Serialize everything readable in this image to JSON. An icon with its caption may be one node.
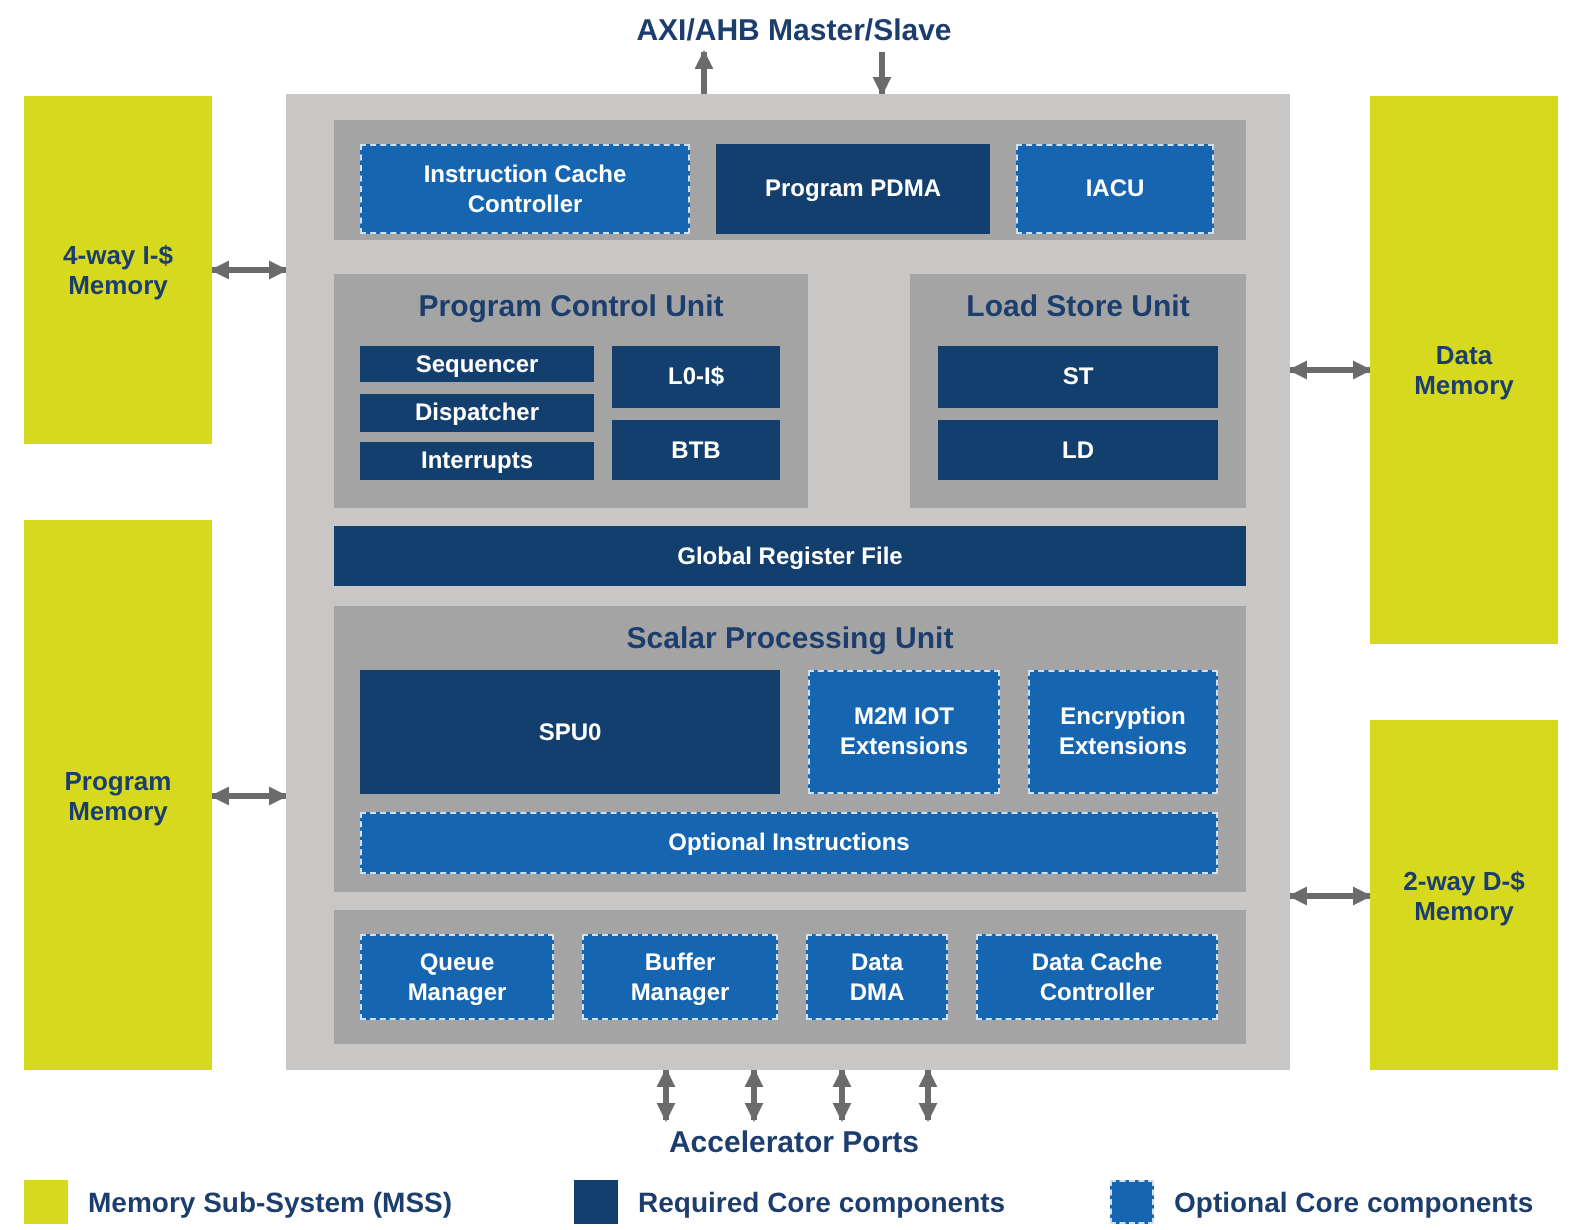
{
  "diagram": {
    "nodes": [
      {
        "text": [],
        "shape": "box"
      },
      {
        "text": [],
        "shape": "box",
        "in": 0
      },
      {
        "text": [
          "Instruction Cache Controller"
        ],
        "in": 1
      },
      {
        "text": [
          "Program PDMA"
        ],
        "in": 1
      },
      {
        "text": [
          "IACU"
        ],
        "in": 1
      },
      {
        "text": [
          "Program Control Unit"
        ],
        "in": 0
      },
      {
        "text": [
          "Sequencer"
        ],
        "in": 5
      },
      {
        "text": [
          "Dispatcher"
        ],
        "in": 5
      },
      {
        "text": [
          "Interrupts"
        ],
        "in": 5
      },
      {
        "text": [
          "L0-I$"
        ],
        "in": 5
      },
      {
        "text": [
          "BTB"
        ],
        "in": 5
      },
      {
        "text": [
          "Load Store Unit"
        ],
        "in": 0
      },
      {
        "text": [
          "ST"
        ],
        "in": 11
      },
      {
        "text": [
          "LD"
        ],
        "in": 11
      },
      {
        "text": [
          "Global Register File"
        ],
        "in": 0
      },
      {
        "text": [
          "Scalar Processing Unit"
        ],
        "in": 0
      },
      {
        "text": [
          "SPU0"
        ],
        "in": 15
      },
      {
        "text": [
          "M2M IOT Extensions"
        ],
        "in": 15
      },
      {
        "text": [
          "Encryption Extensions"
        ],
        "in": 15
      },
      {
        "text": [
          "Optional Instructions"
        ],
        "in": 15
      },
      {
        "text": [],
        "shape": "box",
        "in": 0
      },
      {
        "text": [
          "Queue Manager"
        ],
        "in": 20
      },
      {
        "text": [
          "Buffer Manager"
        ],
        "in": 20
      },
      {
        "text": [
          "Data DMA"
        ],
        "in": 20
      },
      {
        "text": [
          "Data Cache Controller"
        ],
        "in": 20
      },
      {
        "text": [
          "4-way I-$ Memory"
        ]
      },
      {
        "text": [
          "Program Memory"
        ]
      },
      {
        "text": [
          "Data Memory"
        ]
      },
      {
        "text": [
          "2-way D-$ Memory"
        ]
      },
      {
        "text": [
          "AXI/AHB Master/Slave"
        ]
      },
      {
        "text": [
          "Accelerator Ports"
        ]
      }
    ],
    "edges": [
      {
        "from": 0,
        "to": 29,
        "arrow": "to"
      },
      {
        "from": 29,
        "to": 0,
        "arrow": "to"
      },
      {
        "from": 25,
        "to": 0,
        "arrow": "both"
      },
      {
        "from": 26,
        "to": 0,
        "arrow": "both"
      },
      {
        "from": 0,
        "to": 27,
        "arrow": "both"
      },
      {
        "from": 0,
        "to": 28,
        "arrow": "both"
      },
      {
        "from": 0,
        "to": 30,
        "arrow": "both"
      },
      {
        "from": 0,
        "to": 30,
        "arrow": "both"
      },
      {
        "from": 0,
        "to": 30,
        "arrow": "both"
      },
      {
        "from": 0,
        "to": 30,
        "arrow": "both"
      }
    ],
    "legend": [
      {
        "text": "Memory Sub-System (MSS)",
        "color": "#d6d91e"
      },
      {
        "text": "Required Core components",
        "color": "#123f6e"
      },
      {
        "text": "Optional Core components",
        "color": "#1565b0"
      }
    ]
  }
}
